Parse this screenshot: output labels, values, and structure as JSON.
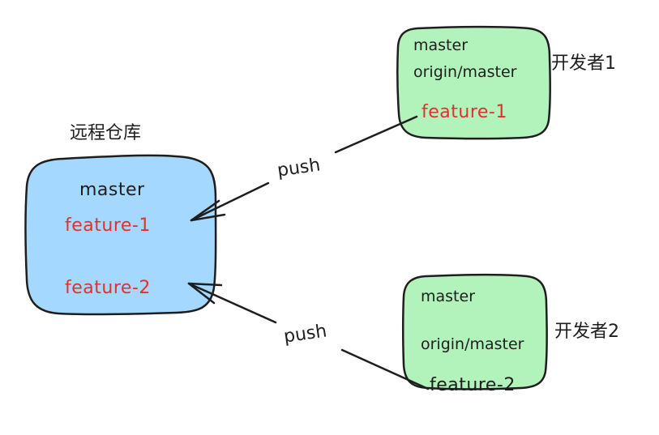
{
  "remote": {
    "title": "远程仓库",
    "branches": [
      "master",
      "feature-1",
      "feature-2"
    ]
  },
  "dev1": {
    "title": "开发者1",
    "branches": [
      "master",
      "origin/master",
      "feature-1"
    ]
  },
  "dev2": {
    "title": "开发者2",
    "branches": [
      "master",
      "origin/master",
      "feature-2"
    ]
  },
  "arrows": {
    "push1": "push",
    "push2": "push"
  },
  "colors": {
    "remote_fill": "#a5d8ff",
    "dev_fill": "#b2f2bb",
    "stroke": "#1e1e1e",
    "feature_text": "#e03131"
  }
}
